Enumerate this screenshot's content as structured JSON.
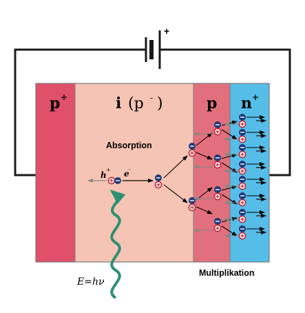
{
  "battery": {
    "plus_label": "+"
  },
  "regions": {
    "p_plus": {
      "label": "p",
      "sup": "+",
      "color": "#e0506a"
    },
    "intrinsic": {
      "label": "i",
      "paren": "(p",
      "sup": "-",
      "paren_close": ")",
      "color": "#f6c4b4"
    },
    "p": {
      "label": "p",
      "color": "#e2707c"
    },
    "n_plus": {
      "label": "n",
      "sup": "+",
      "color": "#55bde8"
    }
  },
  "absorption_label": "Absorption",
  "multiplication_label": "Multiplikation",
  "photon_label": "E=hν",
  "carriers": {
    "hole_label": "h",
    "hole_sup": "+",
    "electron_label": "e",
    "electron_sup": "-"
  },
  "colors": {
    "wire": "#1a1a1a",
    "photon": "#2e8f73",
    "electron": "#1d3a7a",
    "hole_ring": "#c0192d",
    "arrow_gray": "#888888",
    "frame": "#7a7a7a"
  }
}
